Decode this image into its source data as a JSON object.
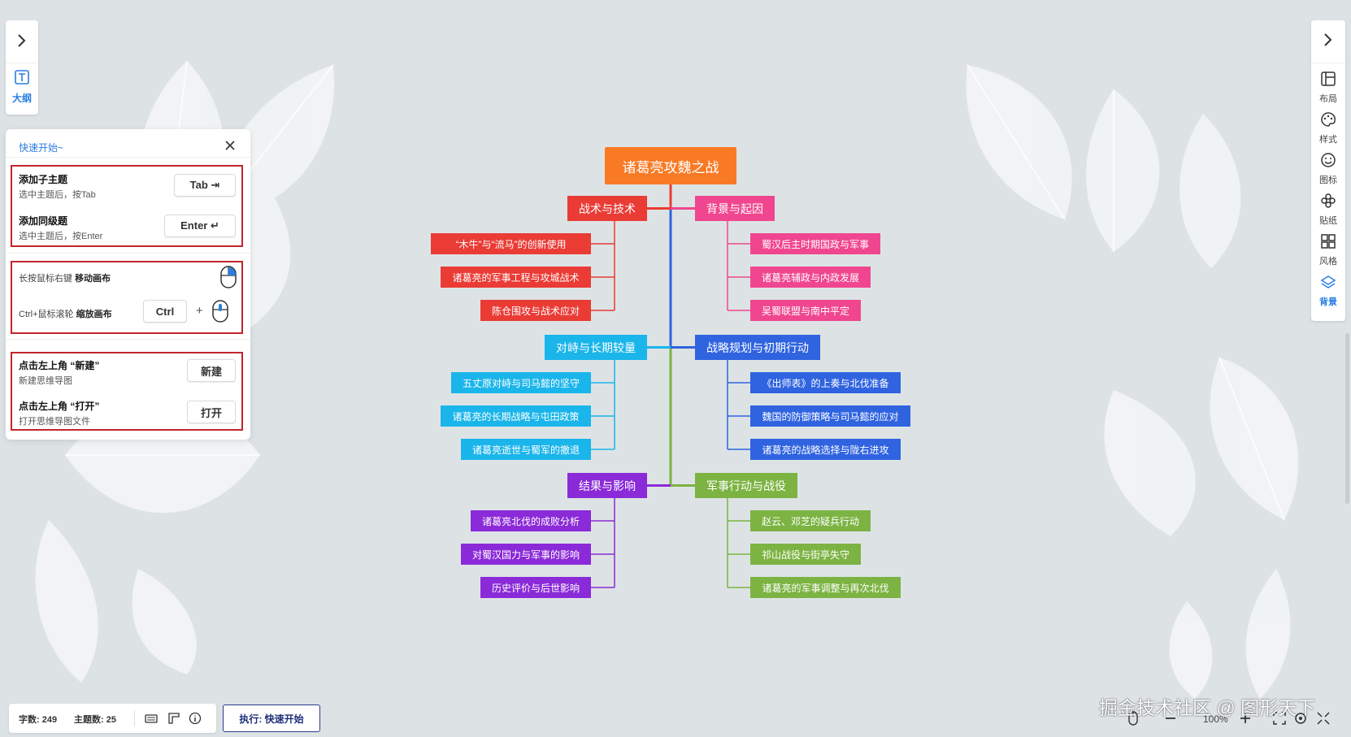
{
  "left_toolbar": {
    "outline_label": "大纲"
  },
  "right_toolbar": {
    "items": [
      {
        "label": "布局",
        "icon": "layout-icon"
      },
      {
        "label": "样式",
        "icon": "palette-icon"
      },
      {
        "label": "图标",
        "icon": "smiley-icon"
      },
      {
        "label": "贴纸",
        "icon": "flower-icon"
      },
      {
        "label": "风格",
        "icon": "grid-icon"
      },
      {
        "label": "背景",
        "icon": "layers-icon"
      }
    ]
  },
  "quick_start": {
    "title": "快速开始~",
    "add_child": {
      "title": "添加子主题",
      "desc": "选中主题后，按Tab",
      "key": "Tab ⇥"
    },
    "add_sibling": {
      "title": "添加同级题",
      "desc": "选中主题后，按Enter",
      "key": "Enter ↵"
    },
    "move_canvas": {
      "prefix": "长按鼠标右键 ",
      "strong": "移动画布"
    },
    "zoom_canvas": {
      "prefix": "Ctrl+鼠标滚轮 ",
      "strong": "缩放画布",
      "key": "Ctrl",
      "plus": "+"
    },
    "new_map": {
      "title": "点击左上角 “新建”",
      "desc": "新建思维导图",
      "btn": "新建"
    },
    "open_map": {
      "title": "点击左上角 “打开”",
      "desc": "打开思维导图文件",
      "btn": "打开"
    }
  },
  "mindmap": {
    "root": "诸葛亮攻魏之战",
    "branches": {
      "tactics": {
        "title": "战术与技术",
        "color": "#ea3b35",
        "children": [
          "“木牛”与“流马”的创新使用",
          "诸葛亮的军事工程与攻城战术",
          "陈仓围攻与战术应对"
        ]
      },
      "background": {
        "title": "背景与起因",
        "color": "#f0468f",
        "children": [
          "蜀汉后主时期国政与军事",
          "诸葛亮辅政与内政发展",
          "吴蜀联盟与南中平定"
        ]
      },
      "standoff": {
        "title": "对峙与长期较量",
        "color": "#1ab5ea",
        "children": [
          "五丈原对峙与司马懿的坚守",
          "诸葛亮的长期战略与屯田政策",
          "诸葛亮逝世与蜀军的撤退"
        ]
      },
      "strategy": {
        "title": "战略规划与初期行动",
        "color": "#2f63e0",
        "children": [
          "《出师表》的上奏与北伐准备",
          "魏国的防御策略与司马懿的应对",
          "诸葛亮的战略选择与陇右进攻"
        ]
      },
      "result": {
        "title": "结果与影响",
        "color": "#8b2ad8",
        "children": [
          "诸葛亮北伐的成败分析",
          "对蜀汉国力与军事的影响",
          "历史评价与后世影响"
        ]
      },
      "military": {
        "title": "军事行动与战役",
        "color": "#7cb342",
        "children": [
          "赵云、邓芝的疑兵行动",
          "祁山战役与街亭失守",
          "诸葛亮的军事调整与再次北伐"
        ]
      }
    },
    "root_color": "#f97a25"
  },
  "status": {
    "word_count": "字数: 249",
    "topic_count": "主题数: 25",
    "exec": "执行: 快速开始"
  },
  "zoom": {
    "value": "100%"
  },
  "watermark": "掘金技术社区 @ 图形天下"
}
